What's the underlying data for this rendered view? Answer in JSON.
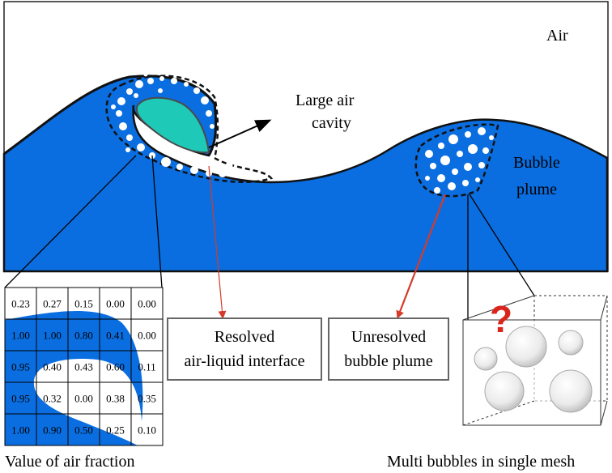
{
  "labels": {
    "air": "Air",
    "cavity_line1": "Large air",
    "cavity_line2": "cavity",
    "plume_line1": "Bubble",
    "plume_line2": "plume",
    "resolved_line1": "Resolved",
    "resolved_line2": "air-liquid interface",
    "unresolved_line1": "Unresolved",
    "unresolved_line2": "bubble plume",
    "question_mark": "?",
    "grid_caption": "Value of air fraction",
    "cube_caption": "Multi bubbles in single mesh"
  },
  "grid": {
    "rows": [
      [
        "0.23",
        "0.27",
        "0.15",
        "0.00",
        "0.00"
      ],
      [
        "1.00",
        "1.00",
        "0.80",
        "0.41",
        "0.00"
      ],
      [
        "0.95",
        "0.40",
        "0.43",
        "0.60",
        "0.11"
      ],
      [
        "0.95",
        "0.32",
        "0.00",
        "0.38",
        "0.35"
      ],
      [
        "1.00",
        "0.90",
        "0.50",
        "0.25",
        "0.10"
      ]
    ]
  },
  "colors": {
    "water": "#0a6ee0",
    "cavity": "#1fc9b8",
    "arrow_red": "#d63a2a",
    "question": "#d9261c"
  }
}
